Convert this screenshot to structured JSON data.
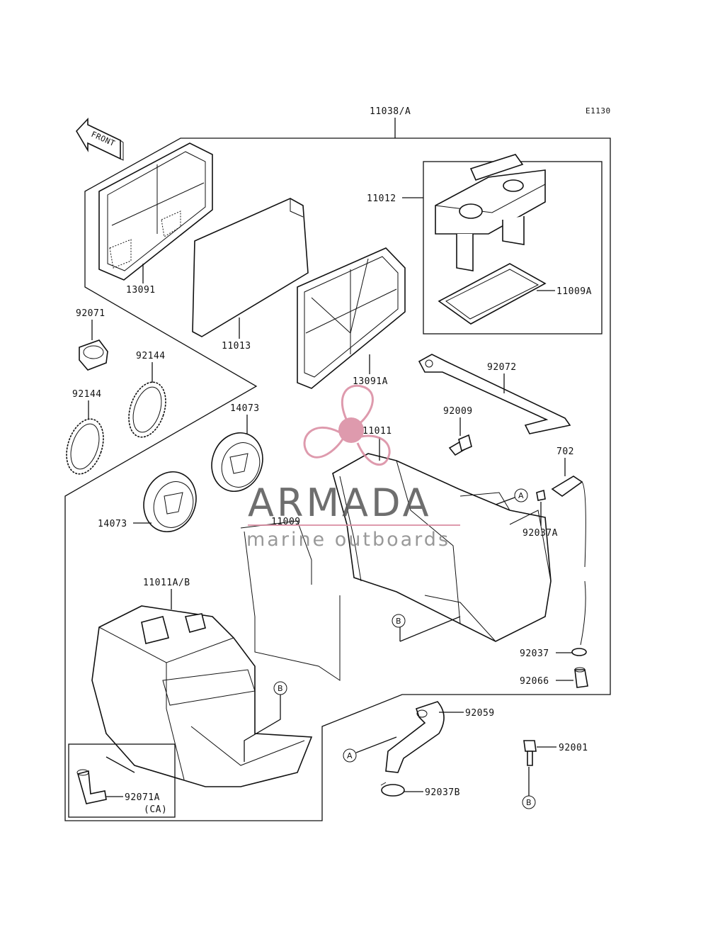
{
  "diagram_code": "E1130",
  "front_label": "FRONT",
  "parts": {
    "p11038A": "11038/A",
    "p11012": "11012",
    "p11009A": "11009A",
    "p13091": "13091",
    "p11013": "11013",
    "p13091A": "13091A",
    "p92071": "92071",
    "p92144a": "92144",
    "p92144b": "92144",
    "p14073a": "14073",
    "p14073b": "14073",
    "p92072": "92072",
    "p92009": "92009",
    "p11011": "11011",
    "p702": "702",
    "p92037A": "92037A",
    "p11009": "11009",
    "p11011AB": "11011A/B",
    "p92037": "92037",
    "p92066": "92066",
    "p92059": "92059",
    "p92001": "92001",
    "p92037B": "92037B",
    "p92071A": "92071A",
    "pCA": "(CA)"
  },
  "callouts": {
    "a1": "A",
    "a2": "A",
    "b1": "B",
    "b2": "B",
    "b3": "B"
  },
  "watermark": {
    "title": "ARMADA",
    "subtitle": "marine outboards",
    "accent_color": "#d9899f"
  }
}
